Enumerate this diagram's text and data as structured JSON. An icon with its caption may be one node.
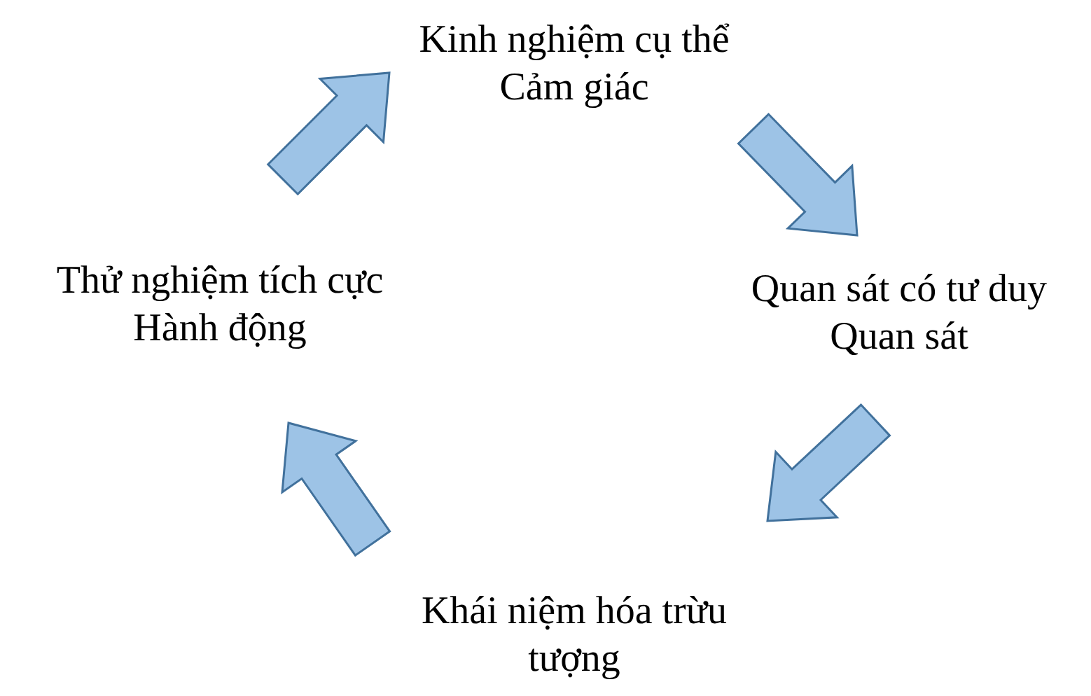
{
  "diagram": {
    "nodes": [
      {
        "text": [
          "Kinh nghiệm cụ thể",
          "Cảm giác"
        ]
      },
      {
        "text": [
          "Quan sát có tư duy",
          "Quan sát"
        ]
      },
      {
        "text": [
          "Khái niệm hóa trừu tượng"
        ]
      },
      {
        "text": [
          "Thử nghiệm tích cực",
          "Hành động"
        ]
      }
    ],
    "edges": [
      {
        "from": 0,
        "to": 1,
        "arrow": "to"
      },
      {
        "from": 1,
        "to": 2,
        "arrow": "to"
      },
      {
        "from": 2,
        "to": 3,
        "arrow": "to"
      },
      {
        "from": 3,
        "to": 0,
        "arrow": "to"
      }
    ]
  }
}
